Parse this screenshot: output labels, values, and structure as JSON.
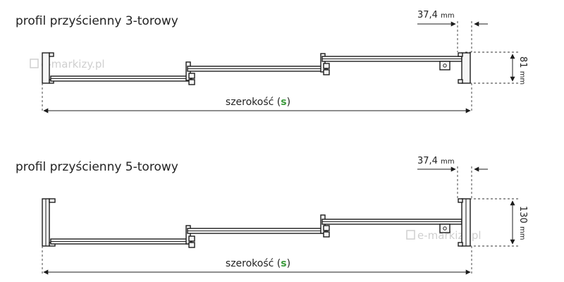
{
  "diagrams": [
    {
      "title": "profil przyścienny 3-torowy",
      "gap_value": "37,4",
      "gap_unit": "mm",
      "height_value": "81",
      "height_unit": "mm",
      "width_label": "szerokość",
      "width_symbol": "s",
      "watermark": "e-markizy.pl"
    },
    {
      "title": "profil przyścienny 5-torowy",
      "gap_value": "37,4",
      "gap_unit": "mm",
      "height_value": "130",
      "height_unit": "mm",
      "width_label": "szerokość",
      "width_symbol": "s",
      "watermark": "e-markizy.pl"
    }
  ],
  "colors": {
    "accent": "#3a9a3a",
    "line": "#1c1c1c",
    "watermark": "#cfcfcf"
  },
  "icons": [
    "arrow-icon",
    "watermark-logo-icon"
  ]
}
